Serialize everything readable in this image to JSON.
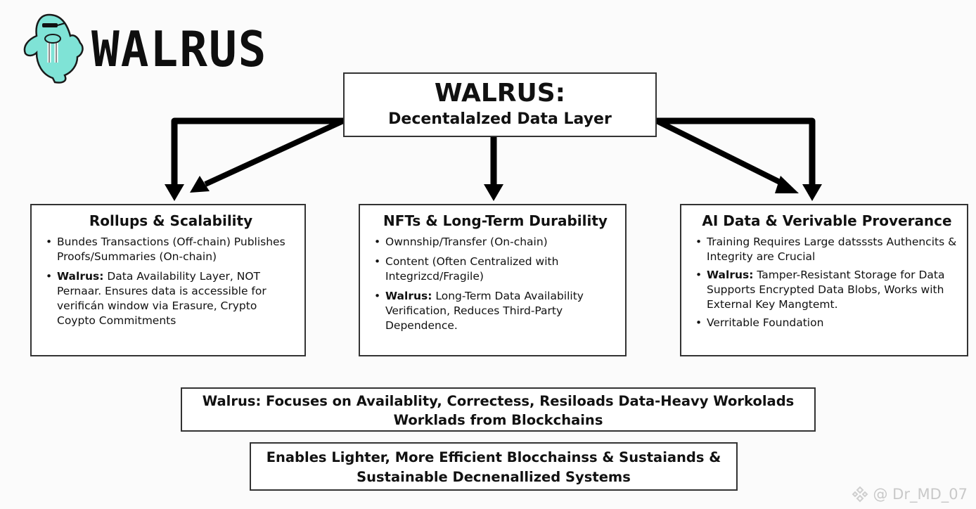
{
  "logo": {
    "text": "WALRUS",
    "mascot_color": "#7fe3d6"
  },
  "title": {
    "main": "WALRUS:",
    "subtitle": "Decentalalzed Data Layer"
  },
  "cards": [
    {
      "heading": "Rollups & Scalability",
      "bullets": [
        {
          "bold": "",
          "text": "Bundes Transactions (Off-chain) Publishes Proofs/Summaries (On-chain)"
        },
        {
          "bold": "Walrus:",
          "text": " Data Availability Layer, NOT Pernaar. Ensures data is accessible for verificán window via Erasure, Crypto Coypto Commitments"
        }
      ]
    },
    {
      "heading": "NFTs & Long-Term Durability",
      "bullets": [
        {
          "bold": "",
          "text": "Ownnship/Transfer (On-chain)"
        },
        {
          "bold": "",
          "text": "Content (Often Centralized with Integrizcd/Fragile)"
        },
        {
          "bold": "Walrus:",
          "text": " Long-Term Data Availability Verification, Reduces Third-Party Dependence."
        }
      ]
    },
    {
      "heading": "AI Data & Verivable Proverance",
      "bullets": [
        {
          "bold": "",
          "text": "Training Requires Large datsssts Authencits & Integrity are Crucial"
        },
        {
          "bold": "Walrus:",
          "text": " Tamper-Resistant Storage for Data Supports Encrypted Data Blobs, Works with External Key Mangtemt."
        },
        {
          "bold": "",
          "text": "Verritable Foundation"
        }
      ]
    }
  ],
  "summaries": [
    {
      "line1": "Walrus: Focuses on Availablity, Correctess, Resiloads Data-Heavy Workolads",
      "line2": "Worklads from Blockchains"
    },
    {
      "line1": "Enables Lighter, More Efficient Blocchainss & Sustaiands &",
      "line2": "Sustainable Decnenallized Systems"
    }
  ],
  "watermark": {
    "text": "@ Dr_MD_07",
    "icon": "binance-diamond-icon"
  }
}
